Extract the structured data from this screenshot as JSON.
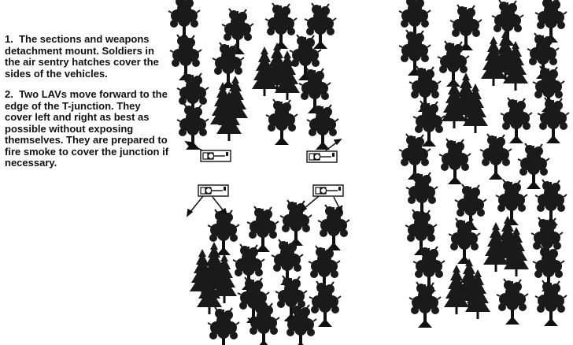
{
  "steps": [
    {
      "number": "1.",
      "text": "The sections and weapons detachment mount. Soldiers in the air sentry hatches cover the sides of the vehicles."
    },
    {
      "number": "2.",
      "text": "Two LAVs move forward to the edge of the T-junction. They cover left and right as best as possible without exposing themselves. They are prepared to fire smoke to cover the junction if necessary."
    }
  ],
  "colors": {
    "ink": "#111111",
    "foliage": "#1a1a1a",
    "vehicle_fill": "#ffffff"
  },
  "icons": {
    "tree": "deciduous-tree-icon",
    "tree_cluster": "conifer-cluster-icon",
    "vehicle": "lav-vehicle-icon",
    "arrow": "arrow-icon"
  }
}
